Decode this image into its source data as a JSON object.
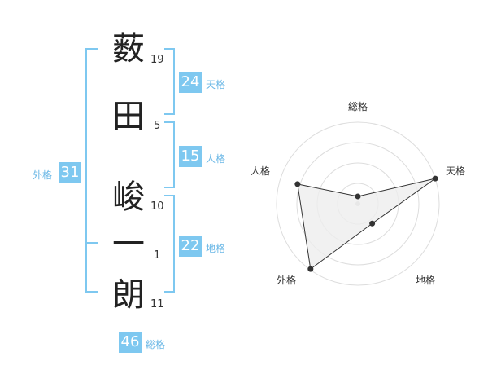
{
  "name_chars": [
    {
      "char": "薮",
      "strokes": 19
    },
    {
      "char": "田",
      "strokes": 5
    },
    {
      "char": "峻",
      "strokes": 10
    },
    {
      "char": "一",
      "strokes": 1
    },
    {
      "char": "朗",
      "strokes": 11
    }
  ],
  "fortunes": {
    "tenkaku": {
      "value": 24,
      "label": "天格"
    },
    "jinkaku": {
      "value": 15,
      "label": "人格"
    },
    "chikaku": {
      "value": 22,
      "label": "地格"
    },
    "gaikaku": {
      "value": 31,
      "label": "外格"
    },
    "soukaku": {
      "value": 46,
      "label": "総格"
    }
  },
  "colors": {
    "accent": "#7ec8f0",
    "bracket": "#7ec8f0",
    "radar_fill": "#eeeeee",
    "radar_line": "#333333"
  },
  "chart_data": {
    "type": "radar",
    "axes": [
      "総格",
      "天格",
      "地格",
      "外格",
      "人格"
    ],
    "values": [
      0.09,
      1.0,
      0.3,
      0.99,
      0.78
    ],
    "max": 1.0,
    "rings": 4
  }
}
